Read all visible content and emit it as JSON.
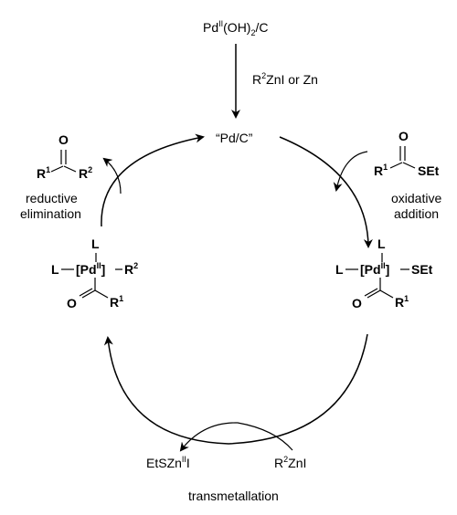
{
  "precatalyst": {
    "main": "Pd",
    "sup": "II",
    "rest": "(OH)",
    "sub": "2",
    "tail": "/C"
  },
  "reduction_label": {
    "pre": "R",
    "sup": "2",
    "post": "ZnI or Zn"
  },
  "catalyst": "“Pd/C”",
  "steps": {
    "oxidative_line1": "oxidative",
    "oxidative_line2": "addition",
    "reductive_line1": "reductive",
    "reductive_line2": "elimination",
    "transmetallation": "transmetallation"
  },
  "thioester": {
    "O": "O",
    "R": "R",
    "R_sup": "1",
    "S": "SEt"
  },
  "ketone": {
    "O": "O",
    "R1": "R",
    "R1_sup": "1",
    "R2": "R",
    "R2_sup": "2"
  },
  "complex_right": {
    "L_top": "L",
    "L_left": "L",
    "Pd": "[Pd",
    "Pd_sup": "II",
    "Pd_close": "]",
    "ligand": "SEt",
    "O": "O",
    "R": "R",
    "R_sup": "1"
  },
  "complex_left": {
    "L_top": "L",
    "L_left": "L",
    "Pd": "[Pd",
    "Pd_sup": "II",
    "Pd_close": "]",
    "ligand": "R",
    "ligand_sup": "2",
    "O": "O",
    "R": "R",
    "R_sup": "1"
  },
  "zinc_in": {
    "pre": "R",
    "sup": "2",
    "post": "ZnI"
  },
  "zinc_out": {
    "pre": "EtSZn",
    "sup": "II",
    "post": "I"
  }
}
